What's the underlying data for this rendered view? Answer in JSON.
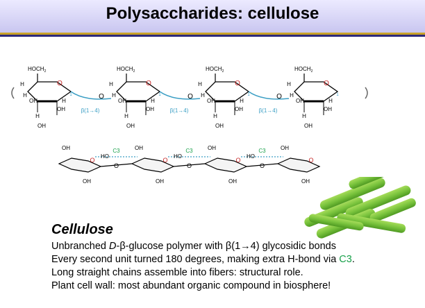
{
  "title": "Polysaccharides: cellulose",
  "colors": {
    "title_bg_top": "#eceaff",
    "title_bg_bottom": "#c9c6f0",
    "rule_gold": "#c9a227",
    "rule_navy": "#2e2a7a",
    "bond_blue": "#3a9ec4",
    "c3_green": "#1aa14b",
    "celery_green": "#7cc63f"
  },
  "diagram_top": {
    "ring_labels": {
      "hoch2": "HOCH",
      "subscript": "2",
      "oh": "OH",
      "h": "H",
      "o": "O",
      "one": "1"
    },
    "bond_label": "β(1→4)"
  },
  "diagram_bottom": {
    "labels": {
      "oh": "OH",
      "ho": "HO",
      "c3": "C3",
      "o": "O"
    }
  },
  "content": {
    "heading": "Cellulose",
    "line1_a": "Unbranched ",
    "line1_b": "D",
    "line1_c": "-β-glucose polymer with β(1→4) glycosidic bonds",
    "line2_a": "Every second unit turned 180 degrees, making extra H-bond via ",
    "line2_c3": "C3",
    "line2_end": ".",
    "line3": "Long straight chains assemble into fibers: structural role.",
    "line4": "Plant cell wall: most abundant organic compound in biosphere!"
  }
}
